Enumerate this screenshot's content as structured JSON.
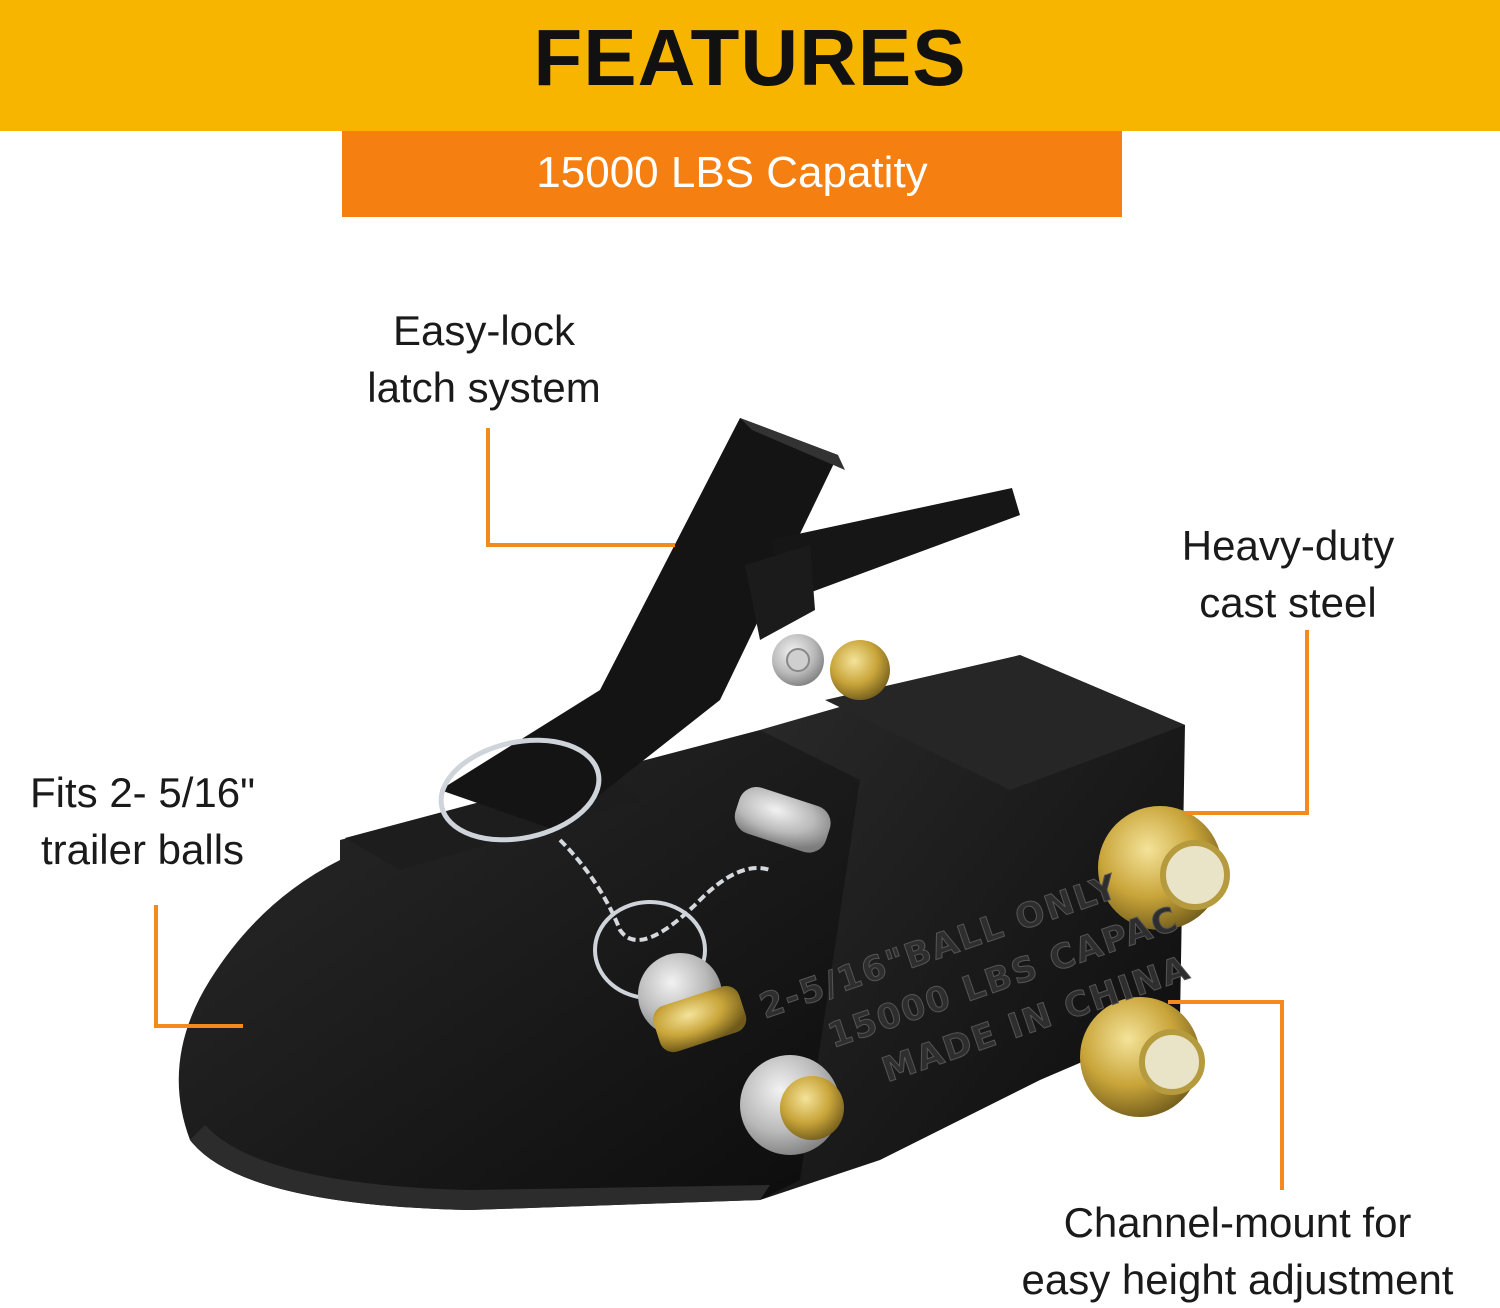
{
  "header": {
    "title": "FEATURES"
  },
  "subheader": {
    "text": "15000 LBS Capatity"
  },
  "callouts": {
    "latch": {
      "line1": "Easy-lock",
      "line2": "latch system"
    },
    "steel": {
      "line1": "Heavy-duty",
      "line2": "cast steel"
    },
    "balls": {
      "line1": "Fits 2- 5/16\"",
      "line2": "trailer balls"
    },
    "channel": {
      "line1": "Channel-mount for",
      "line2": "easy height adjustment"
    }
  },
  "product": {
    "embossed_line1": "2-5/16\"BALL ONLY",
    "embossed_line2": "15000 LBS CAPAC",
    "embossed_line3": "MADE IN CHINA"
  },
  "colors": {
    "header_band": "#f7b500",
    "subheader_band": "#f57f10",
    "leader_lines": "#f28a1e",
    "product_body": "#161616"
  }
}
